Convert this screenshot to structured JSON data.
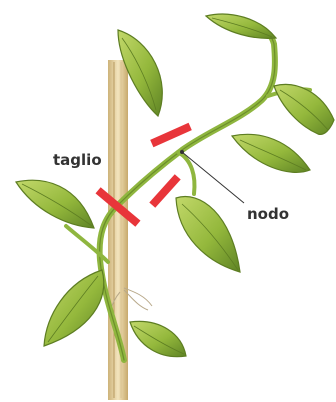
{
  "labels": {
    "cut": "taglio",
    "node": "nodo"
  },
  "colors": {
    "background": "#ffffff",
    "cut_marks": "#e8353a",
    "leaf": "#9fbe45",
    "leaf_dark": "#5d7d22",
    "stem": "#8fb63f",
    "stake": "#e6d2a0",
    "label_text": "#333333",
    "leader_line": "#333333"
  },
  "icons": {
    "cut_marks": "red-cut-bar",
    "plant": "vanilla-vine"
  }
}
